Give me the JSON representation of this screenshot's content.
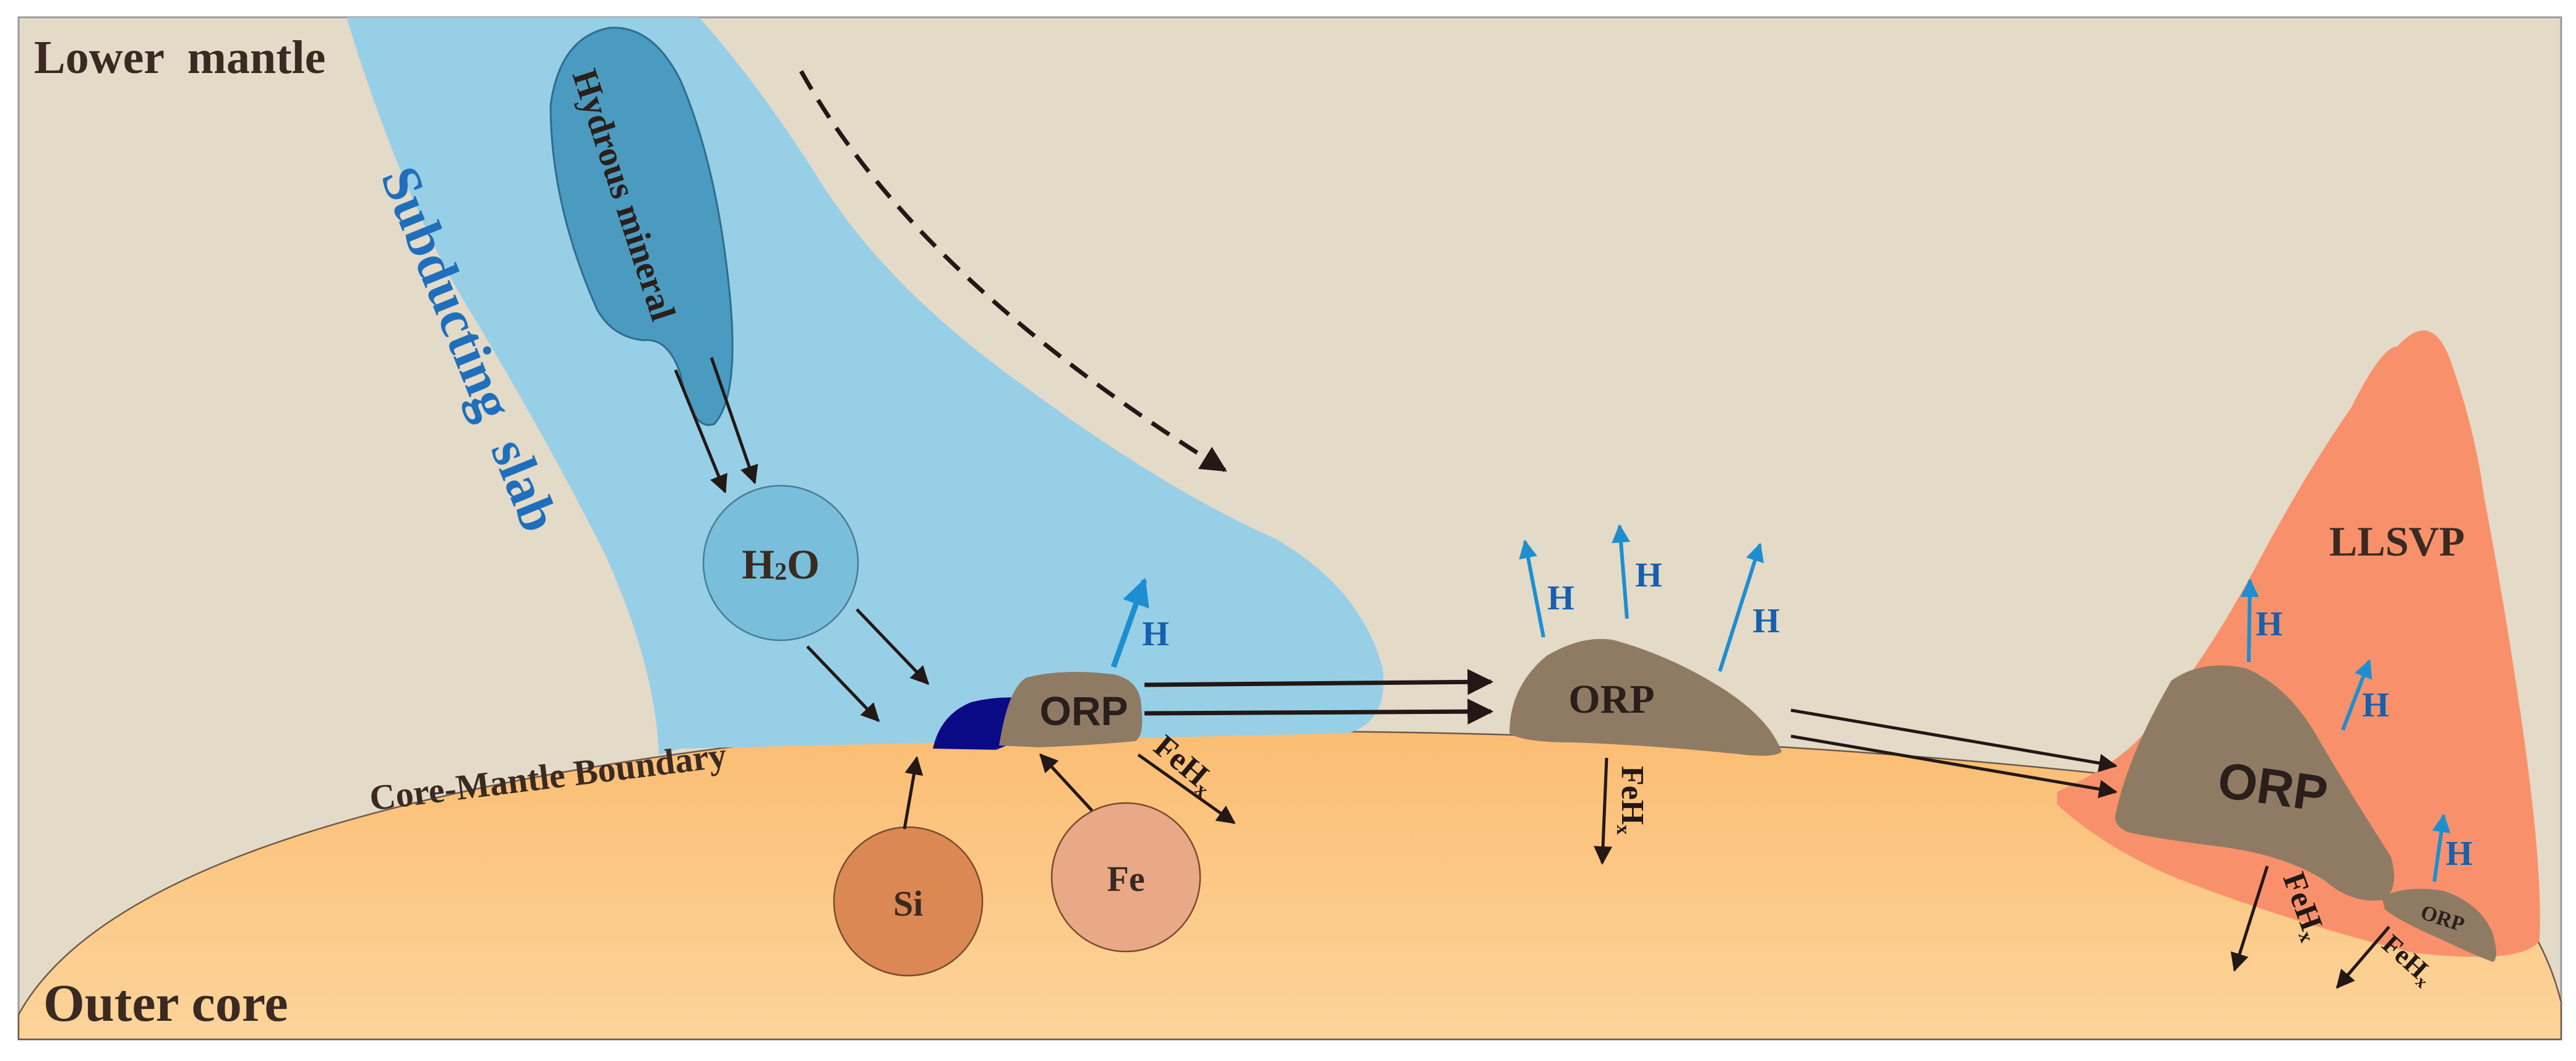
{
  "labels": {
    "lower_mantle": "Lower  mantle",
    "outer_core": "Outer core",
    "subducting_slab": "Subducting  slab",
    "hydrous_mineral": "Hydrous mineral",
    "core_mantle_boundary": "Core-Mantle Boundary",
    "llsvp": "LLSVP",
    "h2o_main": "H",
    "h2o_sub": "2",
    "h2o_tail": "O",
    "si": "Si",
    "fe": "Fe",
    "orp": "ORP",
    "h": "H",
    "feh_main": "FeH",
    "feh_sub": "x"
  },
  "colors": {
    "mantle": "#e3dac8",
    "core": "#fbc67e",
    "slab": "#97cfe7",
    "hydrous_mineral": "#4b9ac0",
    "h2o_bubble": "#79bedb",
    "dark_patch": "#0a0a86",
    "orp": "#8f7b64",
    "llsvp": "#f8916b",
    "si_bubble": "#db8855",
    "fe_bubble": "#e9a887",
    "hydrogen_arrow": "#1d8fd0",
    "hydrogen_text": "#1660ae",
    "slab_text": "#1f6fbd",
    "text_dark": "#3a2a22",
    "arrow_dark": "#231815"
  }
}
